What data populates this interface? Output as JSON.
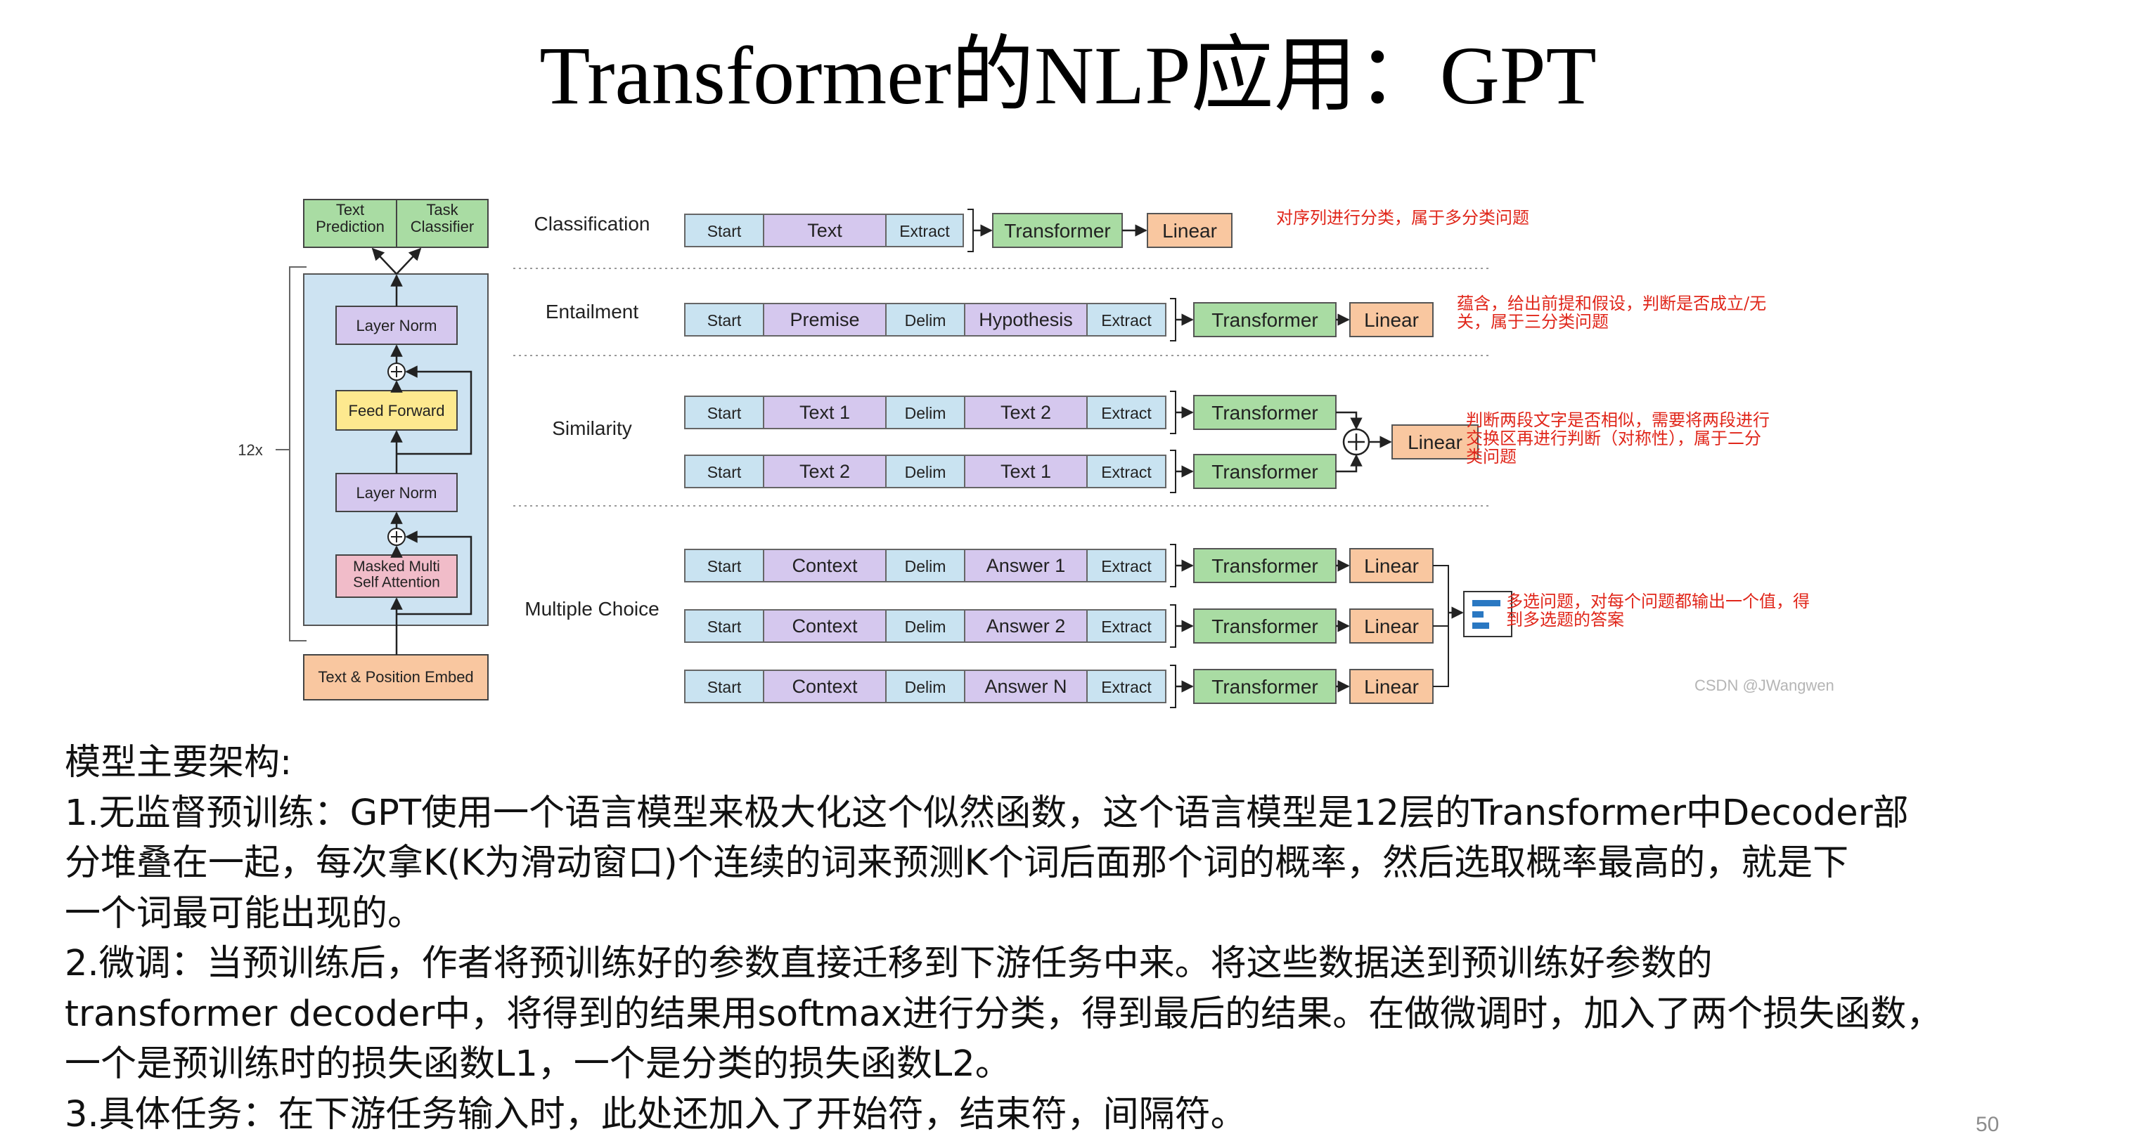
{
  "title": "Transformer的NLP应用：GPT",
  "page_number": "50",
  "watermark": "CSDN @JWangwen",
  "colors": {
    "green_box": "#a9dca3",
    "blue_box": "#c9e3f1",
    "purple_box": "#d5c8ee",
    "orange_box": "#f9c7a0",
    "yellow_box": "#fde98f",
    "pink_box": "#f1bcc9",
    "decoder_bg": "#cde3f2",
    "annotation_red": "#e0261a"
  },
  "decoder": {
    "outputs": [
      "Text\nPrediction",
      "Task\nClassifier"
    ],
    "layer_norm_top": "Layer Norm",
    "feed_forward": "Feed Forward",
    "layer_norm_bottom": "Layer Norm",
    "attention": "Masked Multi\nSelf Attention",
    "embed": "Text & Position Embed",
    "repeat": "12x"
  },
  "tasks": {
    "classification": {
      "label": "Classification",
      "tokens": [
        "Start",
        "Text",
        "Extract"
      ],
      "transformer": "Transformer",
      "linear": "Linear",
      "note": "对序列进行分类，属于多分类问题"
    },
    "entailment": {
      "label": "Entailment",
      "tokens": [
        "Start",
        "Premise",
        "Delim",
        "Hypothesis",
        "Extract"
      ],
      "transformer": "Transformer",
      "linear": "Linear",
      "note": "蕴含，给出前提和假设，判断是否成立/无\n关，属于三分类问题"
    },
    "similarity": {
      "label": "Similarity",
      "rows": [
        [
          "Start",
          "Text 1",
          "Delim",
          "Text 2",
          "Extract"
        ],
        [
          "Start",
          "Text 2",
          "Delim",
          "Text 1",
          "Extract"
        ]
      ],
      "transformer": "Transformer",
      "linear": "Linear",
      "note": "判断两段文字是否相似，需要将两段进行\n交换区再进行判断（对称性），属于二分\n类问题"
    },
    "multiple_choice": {
      "label": "Multiple Choice",
      "rows": [
        [
          "Start",
          "Context",
          "Delim",
          "Answer 1",
          "Extract"
        ],
        [
          "Start",
          "Context",
          "Delim",
          "Answer 2",
          "Extract"
        ],
        [
          "Start",
          "Context",
          "Delim",
          "Answer N",
          "Extract"
        ]
      ],
      "transformer": "Transformer",
      "linear": "Linear",
      "note": "多选问题，对每个问题都输出一个值，得\n到多选题的答案"
    }
  },
  "body": [
    "模型主要架构:",
    "1.无监督预训练：GPT使用一个语言模型来极大化这个似然函数，这个语言模型是12层的Transformer中Decoder部\n分堆叠在一起，每次拿K(K为滑动窗口)个连续的词来预测K个词后面那个词的概率，然后选取概率最高的，就是下\n一个词最可能出现的。",
    "2.微调：当预训练后，作者将预训练好的参数直接迁移到下游任务中来。将这些数据送到预训练好参数的\ntransformer decoder中，将得到的结果用softmax进行分类，得到最后的结果。在做微调时，加入了两个损失函数，\n一个是预训练时的损失函数L1，一个是分类的损失函数L2。",
    "3.具体任务：在下游任务输入时，此处还加入了开始符，结束符，间隔符。"
  ]
}
